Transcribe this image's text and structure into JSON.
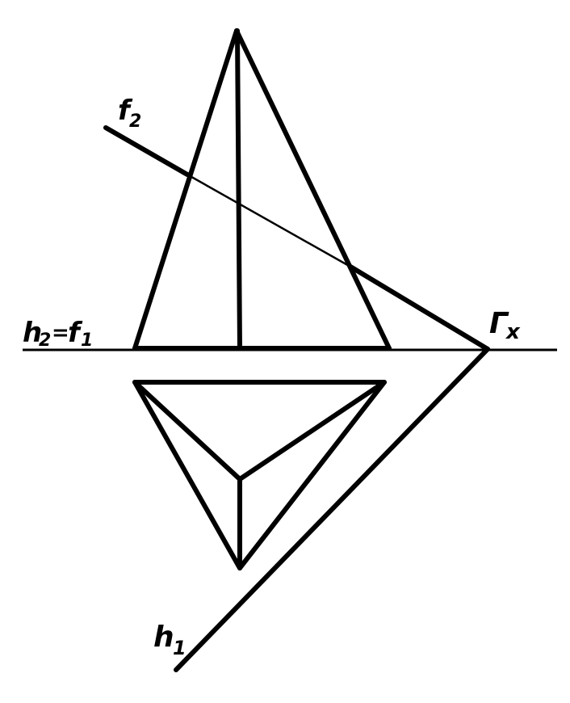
{
  "diagram": {
    "stroke_color": "#000000",
    "background": "#ffffff",
    "labels": {
      "f2": {
        "main": "f",
        "sub": "2"
      },
      "axis": {
        "h_main": "h",
        "h_sub": "2",
        "eq": "=",
        "f_main": "f",
        "f_sub": "1"
      },
      "trace": {
        "main": "Г",
        "sub": "x"
      },
      "h1": {
        "main": "h",
        "sub": "1"
      }
    }
  }
}
